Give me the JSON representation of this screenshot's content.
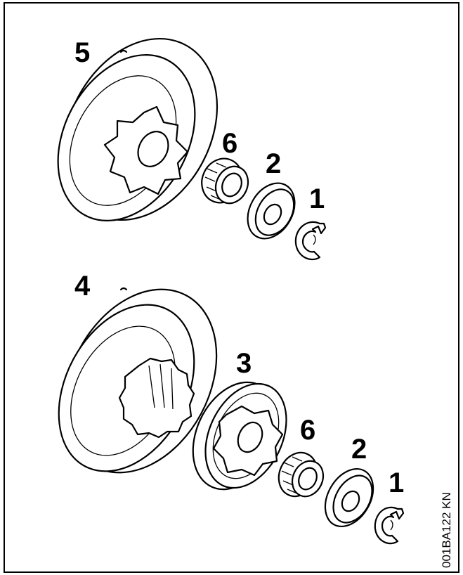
{
  "drawing_code": "001BA122 KN",
  "callouts": {
    "upper_drum": "5",
    "upper_bearing": "6",
    "upper_washer": "2",
    "upper_clip": "1",
    "lower_drum": "4",
    "lower_rim": "3",
    "lower_bearing": "6",
    "lower_washer": "2",
    "lower_clip": "1"
  }
}
